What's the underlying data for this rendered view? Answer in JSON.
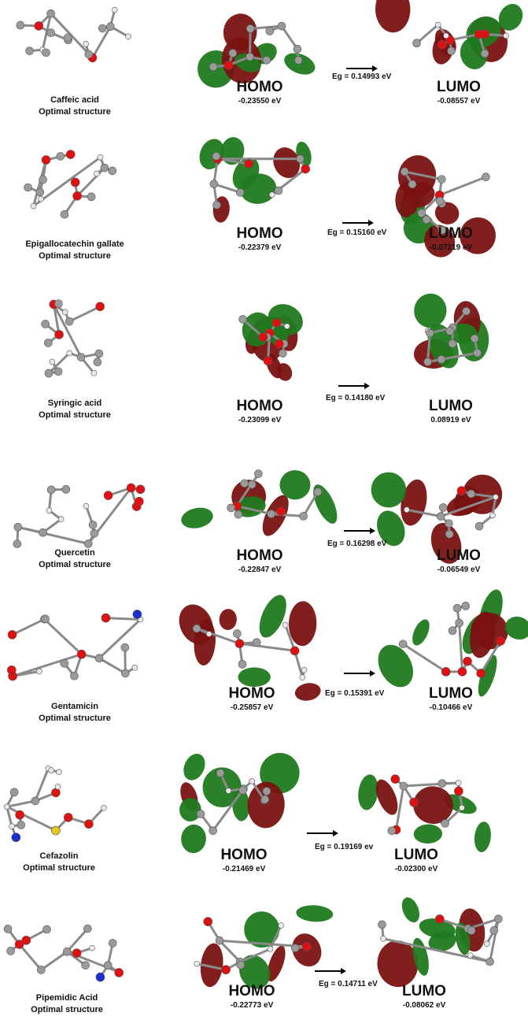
{
  "rows": [
    {
      "name": "Caffeic acid",
      "sub": "Optimal structure",
      "homo_label": "HOMO",
      "homo_value": "-0.23550 eV",
      "eg": "Eg = 0.14993 eV",
      "lumo_label": "LUMO",
      "lumo_value": "-0.08557 eV"
    },
    {
      "name": "Epigallocatechin gallate",
      "sub": "Optimal structure",
      "homo_label": "HOMO",
      "homo_value": "-0.22379 eV",
      "eg": "Eg = 0.15160 eV",
      "lumo_label": "LUMO",
      "lumo_value": "-0.07219 eV"
    },
    {
      "name": "Syringic acid",
      "sub": "Optimal structure",
      "homo_label": "HOMO",
      "homo_value": "-0.23099 eV",
      "eg": "Eg = 0.14180 eV",
      "lumo_label": "LUMO",
      "lumo_value": "0.08919  eV"
    },
    {
      "name": "Quercetin",
      "sub": "Optimal structure",
      "homo_label": "HOMO",
      "homo_value": "-0.22847 eV",
      "eg": "Eg = 0.16298 eV",
      "lumo_label": "LUMO",
      "lumo_value": "-0.06549  eV"
    },
    {
      "name": "Gentamicin",
      "sub": "Optimal structure",
      "homo_label": "HOMO",
      "homo_value": "-0.25857 eV",
      "eg": "Eg = 0.15391 eV",
      "lumo_label": "LUMO",
      "lumo_value": "-0.10466 eV"
    },
    {
      "name": "Cefazolin",
      "sub": "Optimal structure",
      "homo_label": "HOMO",
      "homo_value": "-0.21469 eV",
      "eg": "Eg = 0.19169 ev",
      "lumo_label": "LUMO",
      "lumo_value": "-0.02300 eV"
    },
    {
      "name": "Pipemidic Acid",
      "sub": "Optimal structure",
      "homo_label": "HOMO",
      "homo_value": "-0.22773 eV",
      "eg": "Eg = 0.14711 eV",
      "lumo_label": "LUMO",
      "lumo_value": "-0.08062 eV"
    }
  ],
  "colors": {
    "orbital_green": "#1f7a1f",
    "orbital_red": "#7a1212",
    "atom_carbon": "#9a9a9a",
    "atom_oxygen": "#e01010",
    "atom_hydrogen": "#e8e8e8",
    "atom_nitrogen": "#1a2fd0",
    "atom_sulfur": "#e6c81a",
    "text": "#111111"
  }
}
